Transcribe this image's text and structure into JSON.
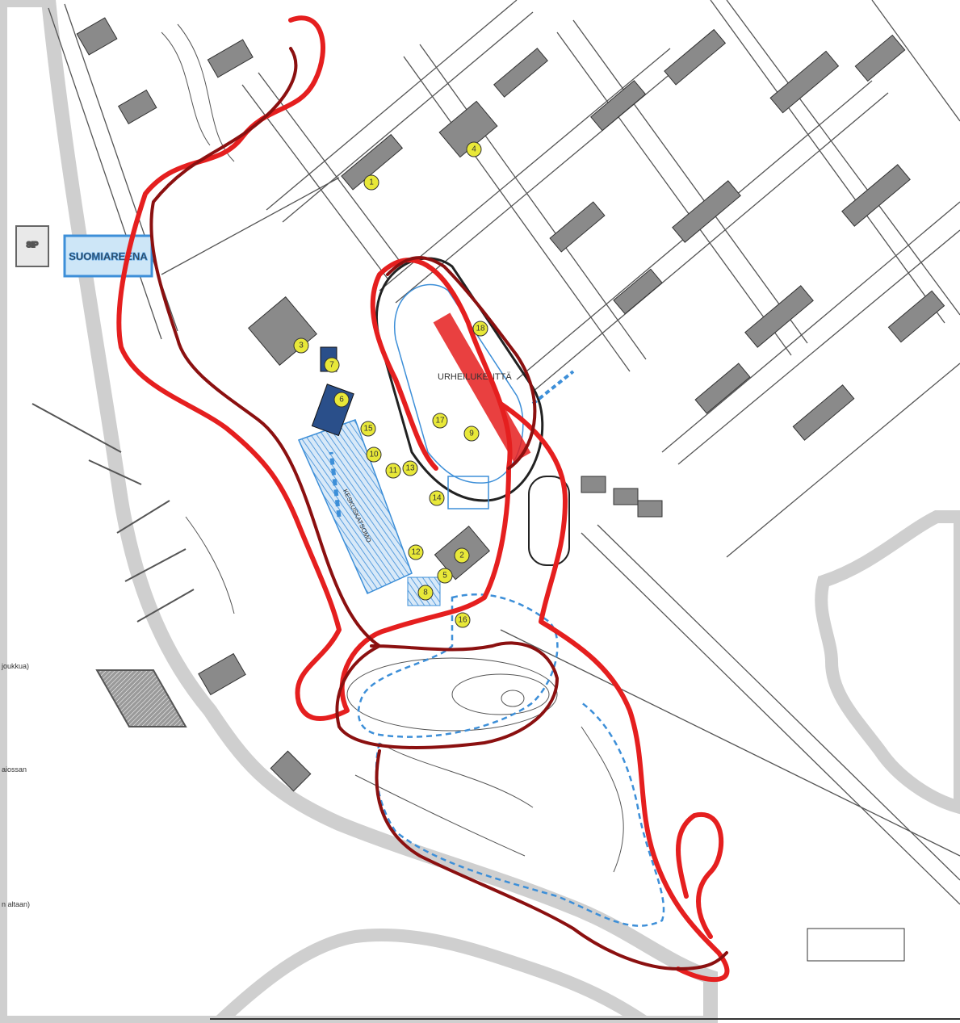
{
  "map": {
    "field_label": "URHEILUKENTTÄ",
    "stand_label": "KESKUSKATSOMO",
    "logo_text": "SUOMIAREENA",
    "marker_ids": [
      "1",
      "2",
      "3",
      "4",
      "5",
      "6",
      "7",
      "8",
      "9",
      "10",
      "11",
      "12",
      "13",
      "14",
      "15",
      "16",
      "17",
      "18"
    ],
    "left_edge_notes": [
      "joukkua)",
      "aiossan",
      "n altaan)"
    ],
    "pier_text": "SIP",
    "colors": {
      "route_red": "#e51f1f",
      "route_dark_red": "#8b1010",
      "blue_route": "#3d8fd8",
      "blue_area": "#7ab4e6",
      "marker_fill": "#e8e839",
      "building_gray": "#8a8a8a",
      "map_line": "#444444",
      "shore_gray": "#cfcfcf"
    }
  }
}
